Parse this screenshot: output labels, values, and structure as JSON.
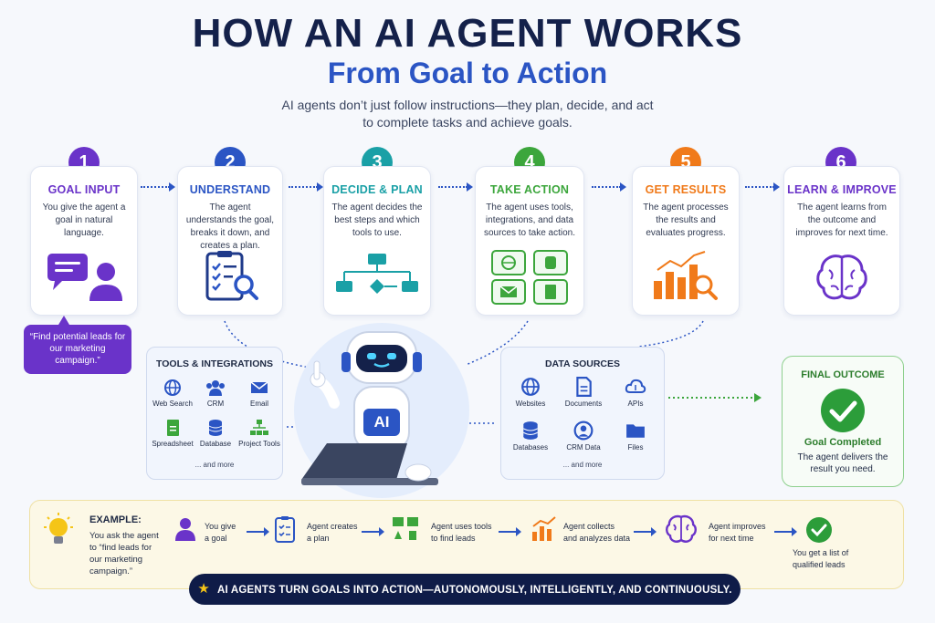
{
  "header": {
    "title": "HOW AN AI AGENT WORKS",
    "subtitle": "From Goal to Action",
    "intro_line1": "AI agents don’t just follow instructions—they plan, decide, and act",
    "intro_line2": "to complete tasks and achieve goals."
  },
  "steps": [
    {
      "number": "1",
      "title": "GOAL INPUT",
      "desc": "You give the agent a goal in natural language.",
      "color": "#6a33c9",
      "icon": "chat-person-icon"
    },
    {
      "number": "2",
      "title": "UNDERSTAND",
      "desc": "The agent understands the goal, breaks it down, and creates a plan.",
      "color": "#2b55c4",
      "icon": "clipboard-search-icon"
    },
    {
      "number": "3",
      "title": "DECIDE & PLAN",
      "desc": "The agent decides the best steps and which tools to use.",
      "color": "#1aa0a6",
      "icon": "flowchart-icon"
    },
    {
      "number": "4",
      "title": "TAKE ACTION",
      "desc": "The agent uses tools, integrations, and data sources to take action.",
      "color": "#3ca63c",
      "icon": "tools-grid-icon"
    },
    {
      "number": "5",
      "title": "GET RESULTS",
      "desc": "The agent processes the results and evaluates progress.",
      "color": "#f07a1a",
      "icon": "bar-chart-search-icon"
    },
    {
      "number": "6",
      "title": "LEARN & IMPROVE",
      "desc": "The agent learns from the outcome and improves for next time.",
      "color": "#6a33c9",
      "icon": "brain-icon"
    }
  ],
  "goal_quote": "“Find potential leads for our marketing campaign.”",
  "tools": {
    "title": "TOOLS & INTEGRATIONS",
    "items": [
      {
        "label": "Web Search",
        "icon": "globe-icon"
      },
      {
        "label": "CRM",
        "icon": "people-icon"
      },
      {
        "label": "Email",
        "icon": "mail-icon"
      },
      {
        "label": "Spreadsheet",
        "icon": "sheet-icon"
      },
      {
        "label": "Database",
        "icon": "database-icon"
      },
      {
        "label": "Project Tools",
        "icon": "hierarchy-icon"
      }
    ],
    "more": "... and more"
  },
  "robot_badge": "AI",
  "data_sources": {
    "title": "DATA SOURCES",
    "items": [
      {
        "label": "Websites",
        "icon": "globe-icon"
      },
      {
        "label": "Documents",
        "icon": "document-icon"
      },
      {
        "label": "APIs",
        "icon": "cloud-icon"
      },
      {
        "label": "Databases",
        "icon": "database-icon"
      },
      {
        "label": "CRM Data",
        "icon": "user-circle-icon"
      },
      {
        "label": "Files",
        "icon": "folder-icon"
      }
    ],
    "more": "... and more"
  },
  "outcome": {
    "title": "FINAL OUTCOME",
    "status": "Goal Completed",
    "desc": "The agent delivers the result you need."
  },
  "example": {
    "label": "EXAMPLE:",
    "quote": "You ask the agent to “find leads for our marketing campaign.”",
    "steps": [
      {
        "line1": "You give",
        "line2": "a goal"
      },
      {
        "line1": "Agent creates",
        "line2": "a plan"
      },
      {
        "line1": "Agent uses tools",
        "line2": "to find leads"
      },
      {
        "line1": "Agent collects",
        "line2": "and analyzes data"
      },
      {
        "line1": "Agent improves",
        "line2": "for next time"
      }
    ],
    "result_line1": "You get a list of",
    "result_line2": "qualified leads"
  },
  "banner": "AI AGENTS TURN GOALS INTO ACTION—AUTONOMOUSLY, INTELLIGENTLY, AND CONTINUOUSLY."
}
